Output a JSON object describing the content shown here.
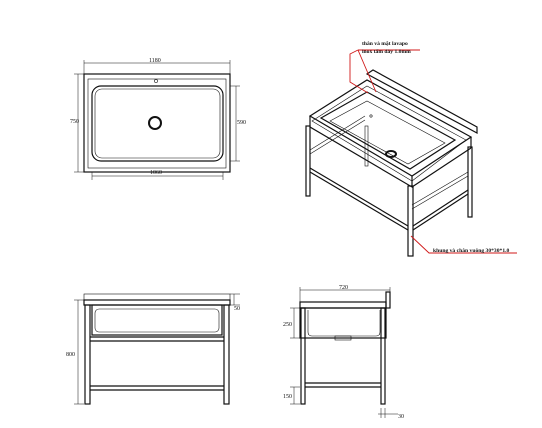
{
  "callouts": {
    "top_line1": "thân và mặt lavapo",
    "top_line2": "inox tấm dày 1.0mm",
    "frame": "khung và chân vuông 30*30*1.0"
  },
  "plan_view": {
    "width_overall": "1180",
    "depth_overall": "750",
    "basin_width": "1060",
    "basin_depth": "590"
  },
  "front_view": {
    "height": "800",
    "backsplash": "50"
  },
  "side_view": {
    "depth": "720",
    "basin_height": "250",
    "shelf_height": "150",
    "leg_size": "30"
  },
  "colors": {
    "line": "#111111",
    "callout": "#d01818"
  }
}
